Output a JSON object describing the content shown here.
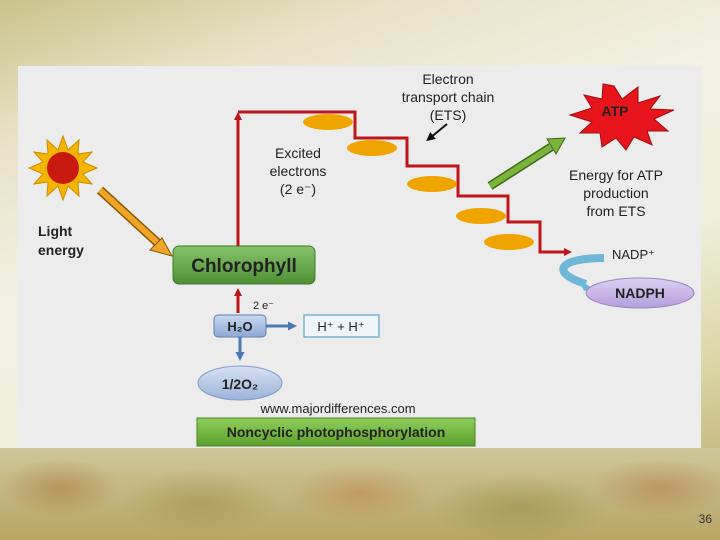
{
  "labels": {
    "ets_line1": "Electron",
    "ets_line2": "transport chain",
    "ets_line3": "(ETS)",
    "excited_line1": "Excited",
    "excited_line2": "electrons",
    "excited_line3": "(2 e⁻)",
    "light_line1": "Light",
    "light_line2": "energy",
    "energy_line1": "Energy for ATP",
    "energy_line2": "production",
    "energy_line3": "from ETS",
    "atp": "ATP",
    "chlorophyll": "Chlorophyll",
    "two_e": "2 e⁻",
    "h2o": "H₂O",
    "hplus": "H⁺ + H⁺",
    "half_o2": "1/2O₂",
    "nadp": "NADP⁺",
    "nadph": "NADPH",
    "website": "www.majordifferences.com",
    "caption": "Noncyclic photophosphorylation"
  },
  "page_number": "36",
  "colors": {
    "red_arrow": "#c0141b",
    "ets_disc": "#f0a400",
    "chlorophyll_box": "#6aa84f",
    "green_arrow": "#7cb33a",
    "blue_arrow": "#4a78b0",
    "atp_star": "#e8141b",
    "nadph_oval": "#c8b7e6"
  }
}
